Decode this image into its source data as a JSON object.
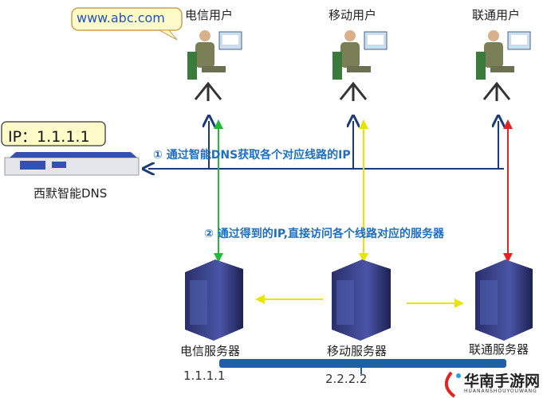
{
  "callout": {
    "url": "www.abc.com"
  },
  "users": [
    {
      "label": "电信用户"
    },
    {
      "label": "移动用户"
    },
    {
      "label": "联通用户"
    }
  ],
  "dns": {
    "ip_label": "IP：1.1.1.1",
    "name": "西默智能DNS"
  },
  "steps": {
    "step1": "① 通过智能DNS获取各个对应线路的IP",
    "step2": "② 通过得到的IP,直接访问各个线路对应的服务器"
  },
  "servers": [
    {
      "label": "电信服务器",
      "ip": "1.1.1.1"
    },
    {
      "label": "移动服务器",
      "ip": "2.2.2.2"
    },
    {
      "label": "联通服务器"
    }
  ],
  "watermark": {
    "name": "华南手游网",
    "sub": "HUANANSHOUYOUWANG"
  },
  "colors": {
    "dns_arrow": "#1b3a7a",
    "telecom": "#22bb33",
    "mobile": "#f2f200",
    "unicom": "#e82020",
    "server_bar": "#1f5fa8"
  }
}
